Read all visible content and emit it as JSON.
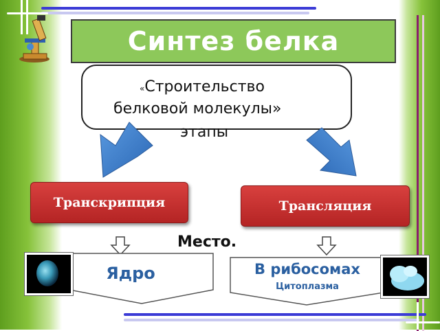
{
  "title": "Синтез белка",
  "subtitle": {
    "open_quote": "«",
    "line1": "Строительство",
    "line2": "белковой молекулы»"
  },
  "stages_label": "этапы",
  "stages": [
    {
      "label": "Транскрипция"
    },
    {
      "label": "Трансляция"
    }
  ],
  "place_label": "Место.",
  "locations": [
    {
      "label": "Ядро",
      "sublabel": ""
    },
    {
      "label": "В рибосомах",
      "sublabel": "Цитоплазма"
    }
  ],
  "colors": {
    "title_bg": "#8dc85a",
    "stage_bg": "#c2302e",
    "arrow": "#3a7cc6",
    "location_text": "#2a5fa0"
  },
  "icons": [
    "microscope-icon",
    "down-arrow-icon",
    "nucleus-image",
    "ribosome-image"
  ]
}
